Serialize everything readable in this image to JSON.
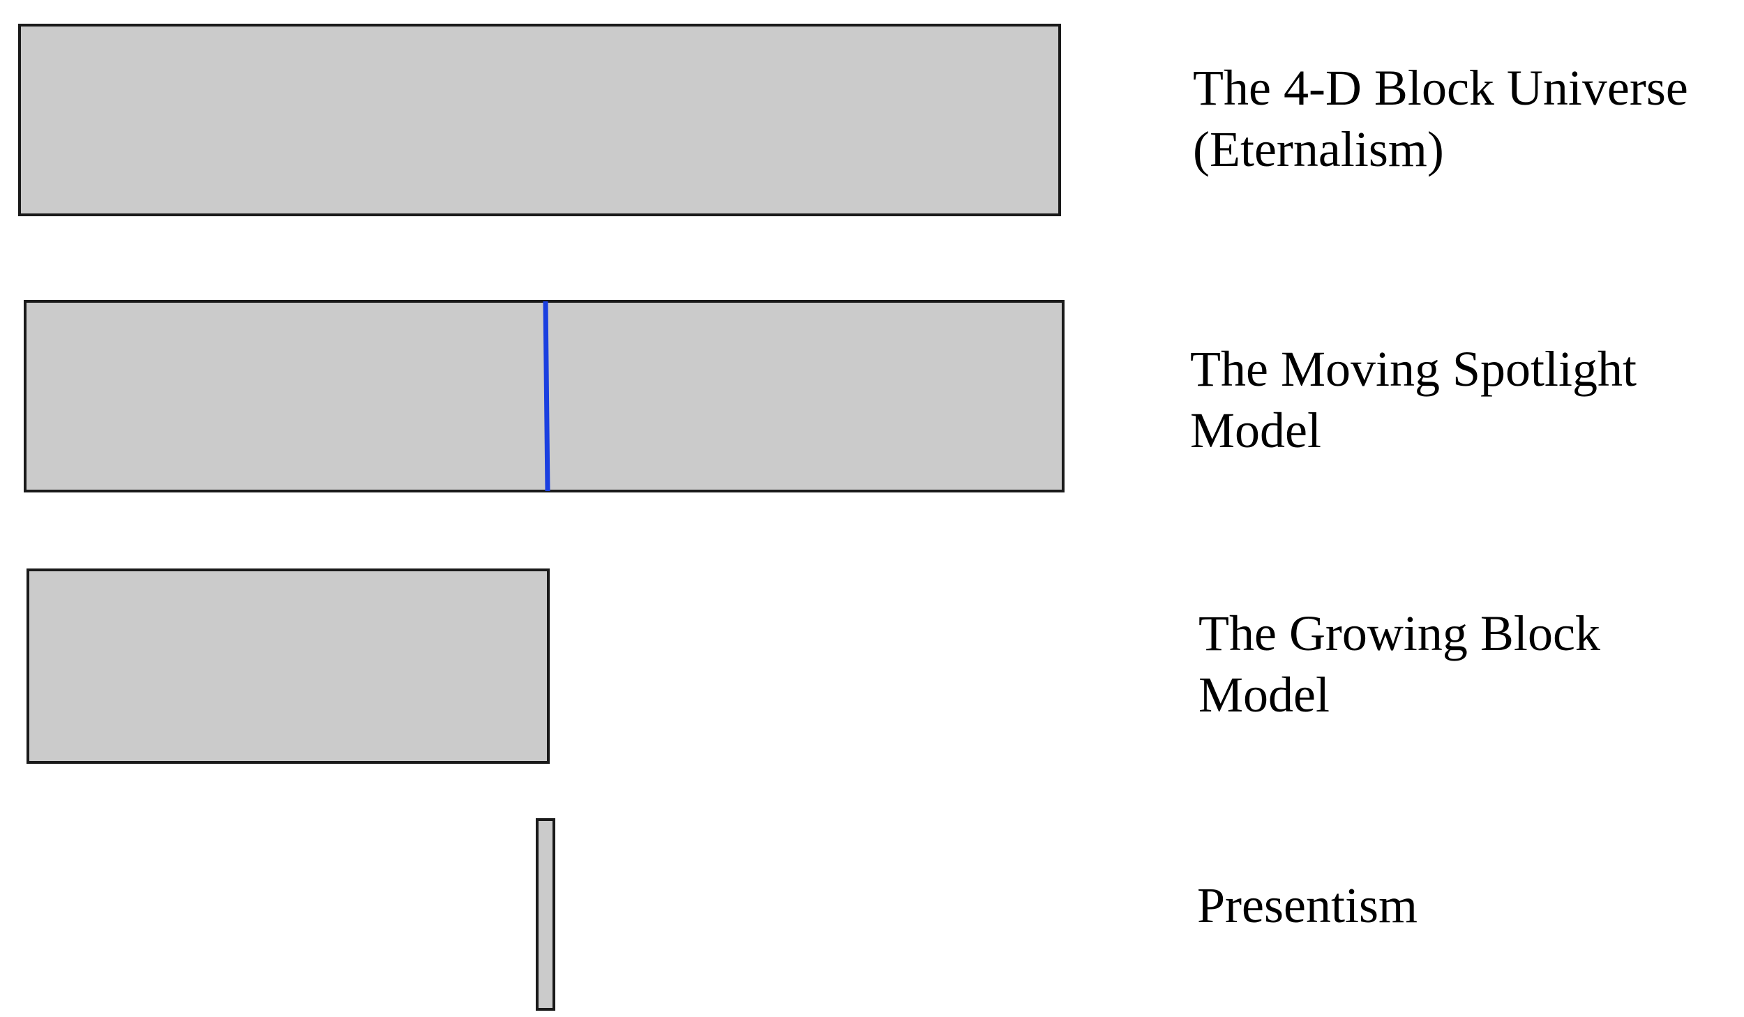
{
  "colors": {
    "block_fill": "#cbcbcb",
    "block_border": "#1a1a1a",
    "spotlight": "#1a3fe0",
    "text": "#000000",
    "background": "#ffffff"
  },
  "models": [
    {
      "id": "eternalism",
      "label_lines": [
        "The 4-D Block Universe",
        "(Eternalism)"
      ]
    },
    {
      "id": "moving-spotlight",
      "label_lines": [
        "The Moving Spotlight",
        "Model"
      ]
    },
    {
      "id": "growing-block",
      "label_lines": [
        "The Growing Block",
        "Model"
      ]
    },
    {
      "id": "presentism",
      "label_lines": [
        "Presentism"
      ]
    }
  ]
}
